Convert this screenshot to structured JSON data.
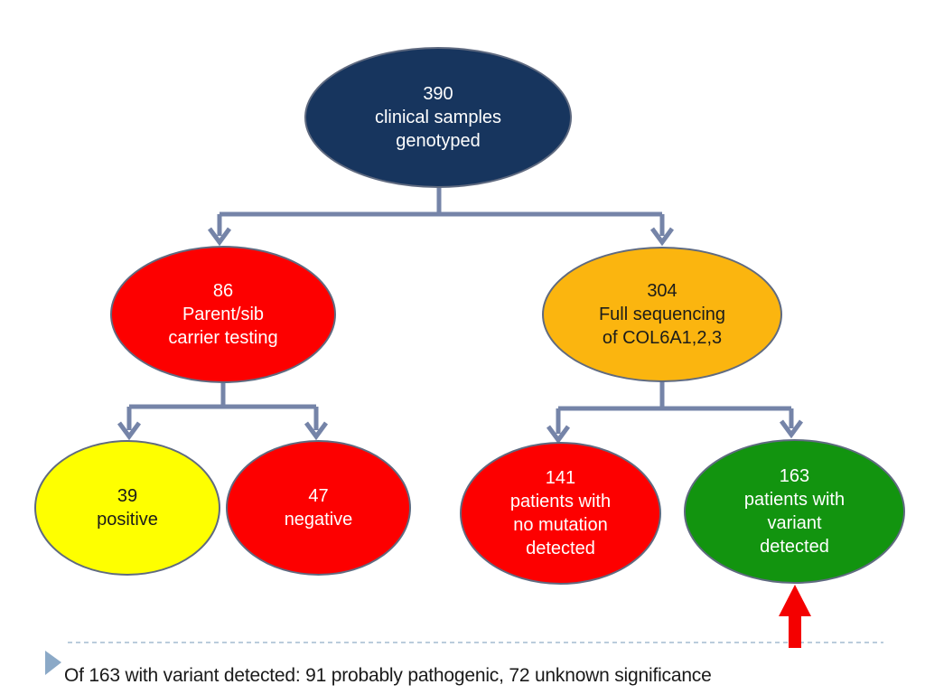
{
  "diagram": {
    "nodes": {
      "root": {
        "value": "390",
        "lines": [
          "390",
          "clinical samples",
          "genotyped"
        ],
        "fill": "#17355E",
        "text_color": "#FFFFFF"
      },
      "carrier": {
        "value": "86",
        "lines": [
          "86",
          "Parent/sib",
          "carrier testing"
        ],
        "fill": "#FD0000",
        "text_color": "#FFFFFF"
      },
      "sequencing": {
        "value": "304",
        "lines": [
          "304",
          "Full sequencing",
          "of COL6A1,2,3"
        ],
        "fill": "#FBB50F",
        "text_color": "#1C1C1A"
      },
      "positive": {
        "value": "39",
        "lines": [
          "39",
          "positive"
        ],
        "fill": "#FEFF00",
        "text_color": "#1C1C1A"
      },
      "negative": {
        "value": "47",
        "lines": [
          "47",
          "negative"
        ],
        "fill": "#FD0000",
        "text_color": "#FFFFFF"
      },
      "no_mutation": {
        "value": "141",
        "lines": [
          "141",
          "patients with",
          "no mutation",
          "detected"
        ],
        "fill": "#FD0000",
        "text_color": "#FFFFFF"
      },
      "variant": {
        "value": "163",
        "lines": [
          "163",
          "patients with",
          "variant",
          "detected"
        ],
        "fill": "#12940F",
        "text_color": "#FFFFFF"
      }
    },
    "edges": [
      {
        "from": "root",
        "to": "carrier"
      },
      {
        "from": "root",
        "to": "sequencing"
      },
      {
        "from": "carrier",
        "to": "positive"
      },
      {
        "from": "carrier",
        "to": "negative"
      },
      {
        "from": "sequencing",
        "to": "no_mutation"
      },
      {
        "from": "sequencing",
        "to": "variant"
      }
    ],
    "annotation_arrow": {
      "icon": "red-up-arrow",
      "points_to": "variant",
      "color": "#F40000"
    }
  },
  "footer": {
    "bullet_icon": "right-triangle-bullet",
    "text": "Of 163 with variant detected: 91 probably pathogenic, 72 unknown significance"
  },
  "colors": {
    "connector": "#7584A8",
    "node_border": "#5F6A80",
    "divider_dotted": "#A4BBD0",
    "bullet": "#8BA9C7",
    "background": "#FFFFFF"
  }
}
